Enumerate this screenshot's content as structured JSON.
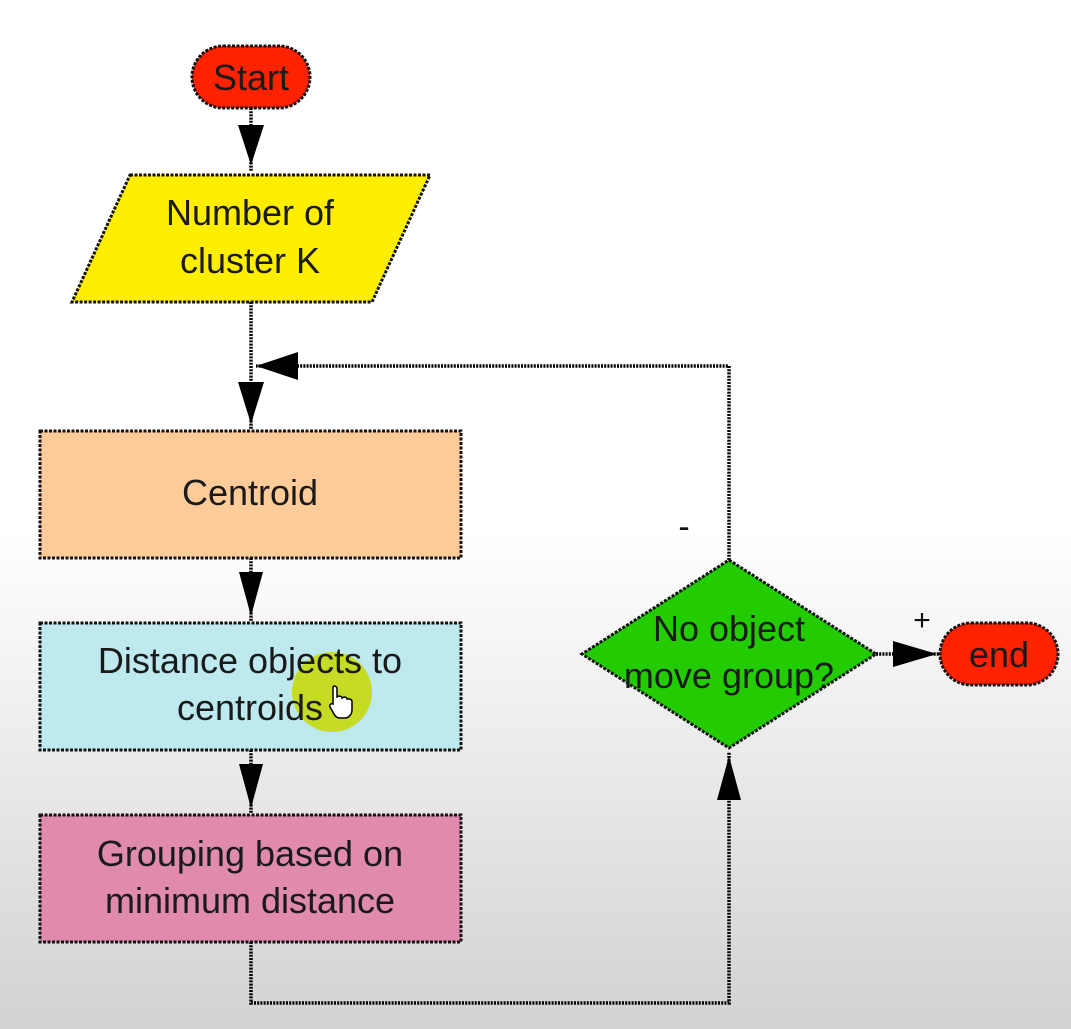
{
  "diagram": {
    "type": "flowchart",
    "title": "K-means clustering flowchart",
    "nodes": {
      "start": {
        "shape": "terminator",
        "label": "Start",
        "color": "#ff2200"
      },
      "input": {
        "shape": "parallelogram",
        "lines": [
          "Number of",
          "cluster K"
        ],
        "color": "#ffee00"
      },
      "centroid": {
        "shape": "process",
        "lines": [
          "Centroid"
        ],
        "color": "#ffcc99"
      },
      "distance": {
        "shape": "process",
        "lines": [
          "Distance objects to",
          "centroids"
        ],
        "color": "#bde9ef"
      },
      "grouping": {
        "shape": "process",
        "lines": [
          "Grouping based on",
          "minimum distance"
        ],
        "color": "#e08aae"
      },
      "decision": {
        "shape": "diamond",
        "lines": [
          "No object",
          "move group?"
        ],
        "color": "#22cc00"
      },
      "end": {
        "shape": "terminator",
        "label": "end",
        "color": "#ff2200"
      }
    },
    "edges": [
      {
        "from": "start",
        "to": "input",
        "label": ""
      },
      {
        "from": "input",
        "to": "centroid",
        "label": ""
      },
      {
        "from": "centroid",
        "to": "distance",
        "label": ""
      },
      {
        "from": "distance",
        "to": "grouping",
        "label": ""
      },
      {
        "from": "grouping",
        "to": "decision",
        "label": ""
      },
      {
        "from": "decision",
        "to": "centroid",
        "label": "-"
      },
      {
        "from": "decision",
        "to": "end",
        "label": "+"
      }
    ],
    "labels": {
      "no_branch": "-",
      "yes_branch": "+"
    }
  },
  "cursor": {
    "type": "hand-pointer",
    "highlight_color": "#c8d800"
  }
}
